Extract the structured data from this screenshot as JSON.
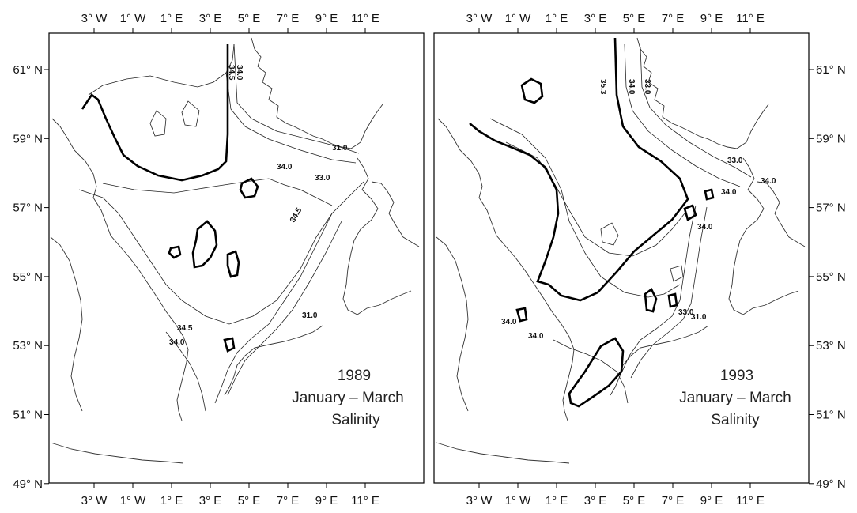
{
  "panels": [
    {
      "id": "left",
      "year": "1989",
      "period": "January – March",
      "variable": "Salinity",
      "contour_labels": [
        "34.5",
        "34.0",
        "34.0",
        "33.0",
        "34.5",
        "31.0",
        "31.0",
        "34.5",
        "34.0"
      ]
    },
    {
      "id": "right",
      "year": "1993",
      "period": "January – March",
      "variable": "Salinity",
      "contour_labels": [
        "35.3",
        "34.0",
        "33.0",
        "33.0",
        "34.0",
        "34.0",
        "34.0",
        "33.0",
        "31.0",
        "34.0",
        "34.0"
      ]
    }
  ],
  "axes": {
    "longitude_ticks": [
      "3° W",
      "1° W",
      "1° E",
      "3° E",
      "5° E",
      "7° E",
      "9° E",
      "11° E"
    ],
    "latitude_ticks": [
      "61° N",
      "59° N",
      "57° N",
      "55° N",
      "53° N",
      "51° N",
      "49° N"
    ]
  }
}
